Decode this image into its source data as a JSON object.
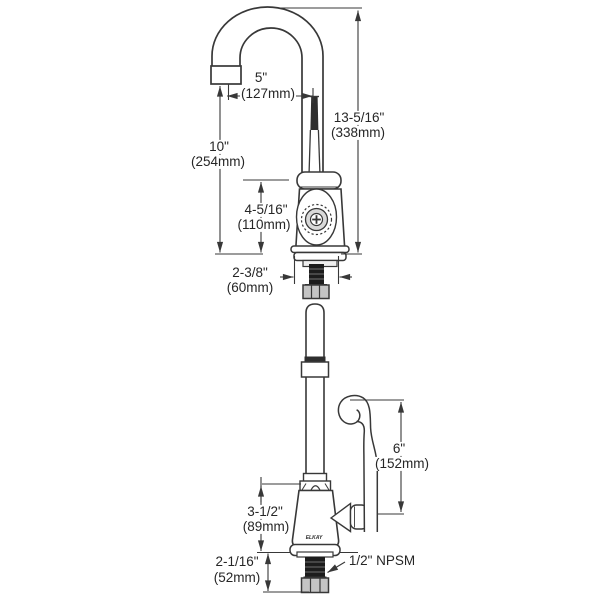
{
  "drawing": {
    "type": "technical-dimension-drawing",
    "subject": "gooseneck faucet with wristblade handle, two elevation views",
    "brand_mark": "ELKAY",
    "line_color": "#383838",
    "background": "#ffffff",
    "dims": {
      "spout_reach": {
        "in": "5\"",
        "mm": "(127mm)"
      },
      "overall_height": {
        "in": "13-5/16\"",
        "mm": "(338mm)"
      },
      "spout_height": {
        "in": "10\"",
        "mm": "(254mm)"
      },
      "body_height": {
        "in": "4-5/16\"",
        "mm": "(110mm)"
      },
      "base_width": {
        "in": "2-3/8\"",
        "mm": "(60mm)"
      },
      "handle_length": {
        "in": "6\"",
        "mm": "(152mm)"
      },
      "lower_body_height": {
        "in": "3-1/2\"",
        "mm": "(89mm)"
      },
      "shank_length": {
        "in": "2-1/16\"",
        "mm": "(52mm)"
      }
    },
    "thread_label": "1/2\" NPSM"
  }
}
